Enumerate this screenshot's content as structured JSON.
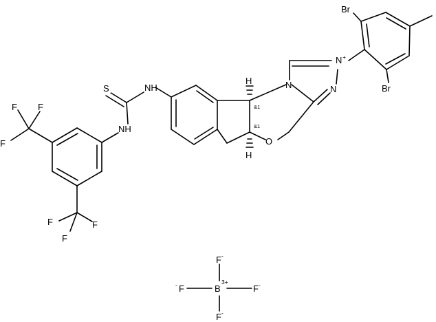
{
  "molecule": {
    "atoms": {
      "S": "S",
      "NH_thiourea_right": "NH",
      "NH_thiourea_left": "NH",
      "F": "F",
      "Br": "Br",
      "N": "N",
      "N_plus": "N",
      "plus_charge": "+",
      "O": "O",
      "H": "H",
      "stereo_tag": "&1"
    },
    "counterion": {
      "B": "B",
      "B_charge": "3+",
      "F": "F",
      "F_charge": "-"
    }
  }
}
